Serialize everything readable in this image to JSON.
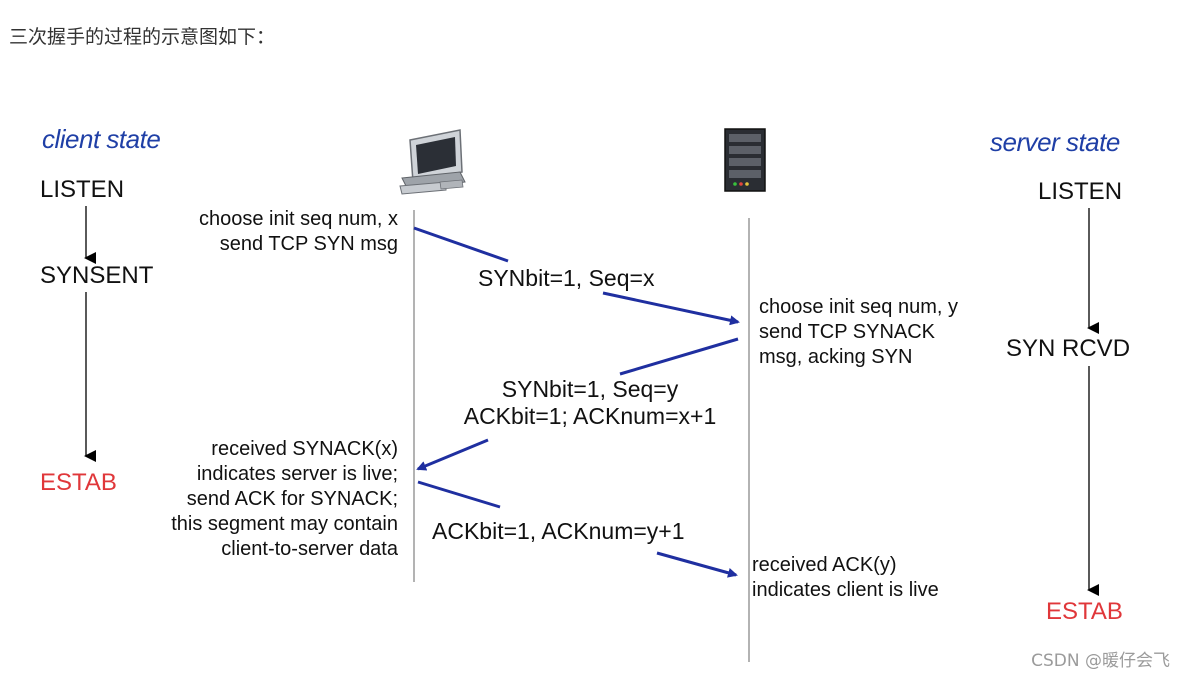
{
  "intro_text": "三次握手的过程的示意图如下：",
  "client": {
    "heading": "client state",
    "states": [
      "LISTEN",
      "SYNSENT",
      "ESTAB"
    ],
    "notes": [
      [
        "choose init seq num, x",
        "send TCP SYN msg"
      ],
      [
        "received SYNACK(x)",
        "indicates server is live;",
        "send ACK for SYNACK;",
        "this segment may contain",
        "client-to-server data"
      ]
    ]
  },
  "server": {
    "heading": "server state",
    "states": [
      "LISTEN",
      "SYN RCVD",
      "ESTAB"
    ],
    "notes": [
      [
        "choose init seq num, y",
        "send TCP SYNACK",
        "msg, acking SYN"
      ],
      [
        "received ACK(y)",
        "indicates client is live"
      ]
    ]
  },
  "messages": [
    [
      "SYNbit=1, Seq=x"
    ],
    [
      "SYNbit=1, Seq=y",
      "ACKbit=1; ACKnum=x+1"
    ],
    [
      "ACKbit=1, ACKnum=y+1"
    ]
  ],
  "icons": [
    "computer-icon",
    "server-icon"
  ],
  "colors": {
    "heading": "#1f3fa6",
    "arrow": "#1f2fa0",
    "established": "#e0373a",
    "timeline": "#9a9a9a"
  },
  "watermark": "CSDN @暖仔会飞"
}
